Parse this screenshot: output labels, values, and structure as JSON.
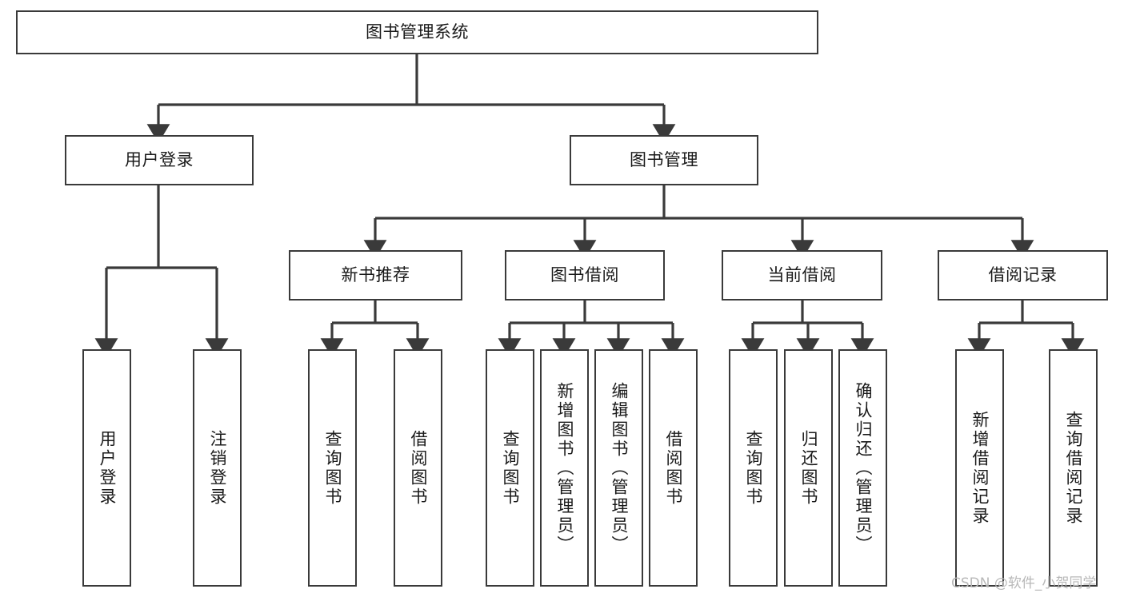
{
  "diagram": {
    "title": "图书管理系统",
    "type": "tree",
    "watermark": "CSDN @软件_小贺同学",
    "colors": {
      "box_border": "#3a3a3a",
      "box_fill": "#ffffff",
      "connector": "#3a3a3a",
      "text": "#1a1a1a",
      "watermark": "#b8b8b8",
      "background": "#ffffff"
    },
    "nodes": {
      "root": {
        "label": "图书管理系统"
      },
      "level2": [
        {
          "id": "user-login",
          "label": "用户登录"
        },
        {
          "id": "book-manage",
          "label": "图书管理"
        }
      ],
      "level3": [
        {
          "id": "new-book-recommend",
          "label": "新书推荐"
        },
        {
          "id": "book-borrow",
          "label": "图书借阅"
        },
        {
          "id": "current-borrow",
          "label": "当前借阅"
        },
        {
          "id": "borrow-record",
          "label": "借阅记录"
        }
      ],
      "leaves": {
        "user-login": [
          {
            "id": "leaf-user-login",
            "label": "用户登录"
          },
          {
            "id": "leaf-logout-login",
            "label": "注销登录"
          }
        ],
        "new-book-recommend": [
          {
            "id": "leaf-query-book-1",
            "label": "查询图书"
          },
          {
            "id": "leaf-borrow-book-1",
            "label": "借阅图书"
          }
        ],
        "book-borrow": [
          {
            "id": "leaf-query-book-2",
            "label": "查询图书"
          },
          {
            "id": "leaf-add-book",
            "label": "新增图书（管理员）"
          },
          {
            "id": "leaf-edit-book",
            "label": "编辑图书（管理员）"
          },
          {
            "id": "leaf-borrow-book-2",
            "label": "借阅图书"
          }
        ],
        "current-borrow": [
          {
            "id": "leaf-query-book-3",
            "label": "查询图书"
          },
          {
            "id": "leaf-return-book",
            "label": "归还图书"
          },
          {
            "id": "leaf-confirm-return",
            "label": "确认归还（管理员）"
          }
        ],
        "borrow-record": [
          {
            "id": "leaf-add-record",
            "label": "新增借阅记录"
          },
          {
            "id": "leaf-query-record",
            "label": "查询借阅记录"
          }
        ]
      }
    }
  }
}
